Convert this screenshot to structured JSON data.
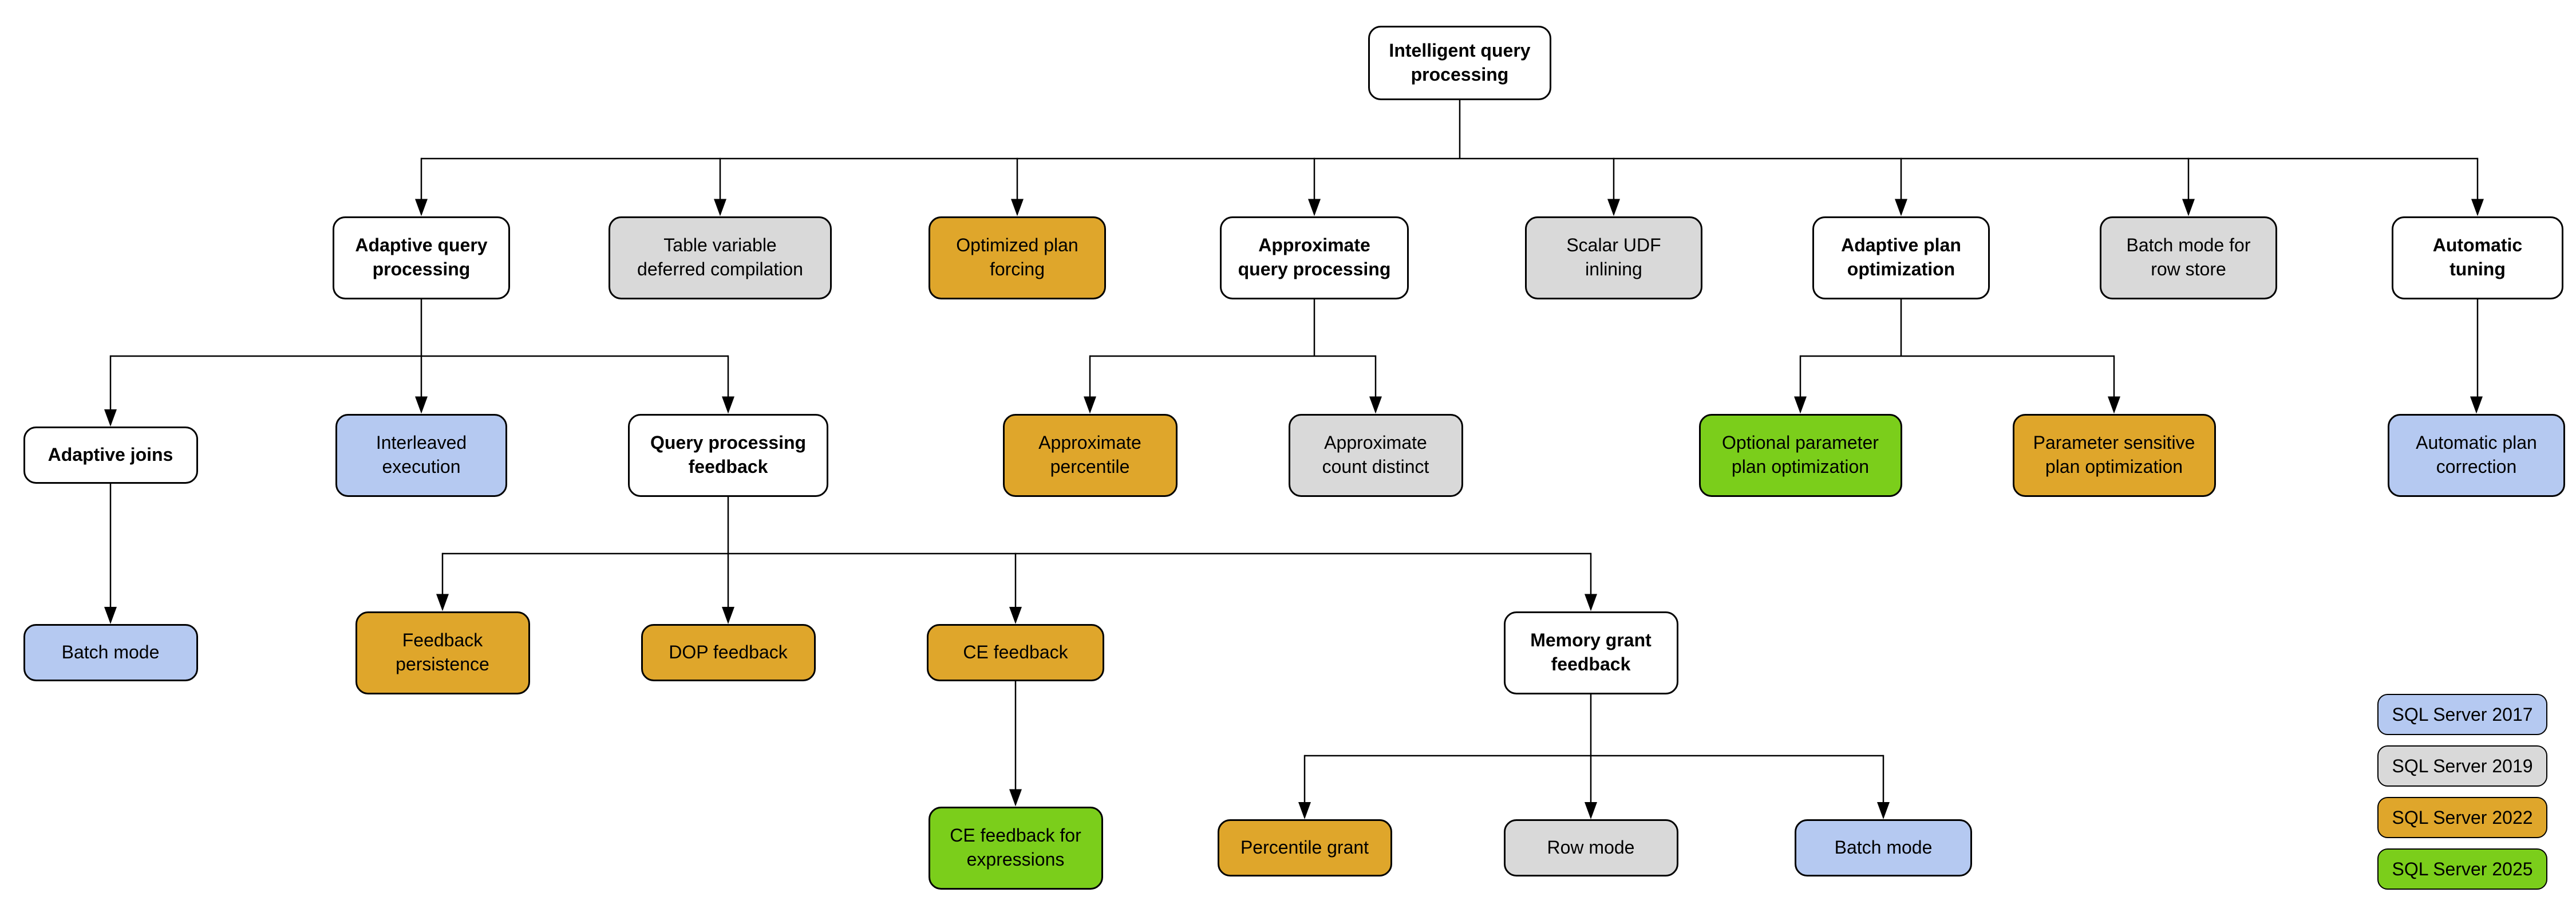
{
  "colors": {
    "plain": "#FFFFFF",
    "sql2017": "#B5C9F1",
    "sql2019": "#D9D9D9",
    "sql2022": "#DFA62B",
    "sql2025": "#7BCE1B"
  },
  "nodes": [
    {
      "id": "intelligent-query-processing",
      "label": "Intelligent query\nprocessing",
      "category": "plain"
    },
    {
      "id": "adaptive-query-processing",
      "label": "Adaptive query\nprocessing",
      "category": "plain"
    },
    {
      "id": "table-variable-deferred-compilation",
      "label": "Table variable\ndeferred compilation",
      "category": "sql2019"
    },
    {
      "id": "optimized-plan-forcing",
      "label": "Optimized plan\nforcing",
      "category": "sql2022"
    },
    {
      "id": "approximate-query-processing",
      "label": "Approximate\nquery processing",
      "category": "plain"
    },
    {
      "id": "scalar-udf-inlining",
      "label": "Scalar UDF\ninlining",
      "category": "sql2019"
    },
    {
      "id": "adaptive-plan-optimization",
      "label": "Adaptive plan\noptimization",
      "category": "plain"
    },
    {
      "id": "batch-mode-for-row-store",
      "label": "Batch mode for\nrow store",
      "category": "sql2019"
    },
    {
      "id": "automatic-tuning",
      "label": "Automatic\ntuning",
      "category": "plain"
    },
    {
      "id": "adaptive-joins",
      "label": "Adaptive joins",
      "category": "plain"
    },
    {
      "id": "interleaved-execution",
      "label": "Interleaved\nexecution",
      "category": "sql2017"
    },
    {
      "id": "query-processing-feedback",
      "label": "Query processing\nfeedback",
      "category": "plain"
    },
    {
      "id": "approximate-percentile",
      "label": "Approximate\npercentile",
      "category": "sql2022"
    },
    {
      "id": "approximate-count-distinct",
      "label": "Approximate\ncount distinct",
      "category": "sql2019"
    },
    {
      "id": "optional-parameter-plan-optimization",
      "label": "Optional parameter\nplan optimization",
      "category": "sql2025"
    },
    {
      "id": "parameter-sensitive-plan-optimization",
      "label": "Parameter sensitive\nplan optimization",
      "category": "sql2022"
    },
    {
      "id": "automatic-plan-correction",
      "label": "Automatic plan\ncorrection",
      "category": "sql2017"
    },
    {
      "id": "batch-mode-adaptive-joins",
      "label": "Batch mode",
      "category": "sql2017"
    },
    {
      "id": "feedback-persistence",
      "label": "Feedback\npersistence",
      "category": "sql2022"
    },
    {
      "id": "dop-feedback",
      "label": "DOP feedback",
      "category": "sql2022"
    },
    {
      "id": "ce-feedback",
      "label": "CE feedback",
      "category": "sql2022"
    },
    {
      "id": "memory-grant-feedback",
      "label": "Memory grant\nfeedback",
      "category": "plain"
    },
    {
      "id": "ce-feedback-for-expressions",
      "label": "CE feedback for\nexpressions",
      "category": "sql2025"
    },
    {
      "id": "percentile-grant",
      "label": "Percentile grant",
      "category": "sql2022"
    },
    {
      "id": "row-mode",
      "label": "Row mode",
      "category": "sql2019"
    },
    {
      "id": "batch-mode-memory-grant",
      "label": "Batch mode",
      "category": "sql2017"
    }
  ],
  "edges": [
    {
      "from": "intelligent-query-processing",
      "to": [
        "adaptive-query-processing",
        "table-variable-deferred-compilation",
        "optimized-plan-forcing",
        "approximate-query-processing",
        "scalar-udf-inlining",
        "adaptive-plan-optimization",
        "batch-mode-for-row-store",
        "automatic-tuning"
      ]
    },
    {
      "from": "adaptive-query-processing",
      "to": [
        "adaptive-joins",
        "interleaved-execution",
        "query-processing-feedback"
      ]
    },
    {
      "from": "approximate-query-processing",
      "to": [
        "approximate-percentile",
        "approximate-count-distinct"
      ]
    },
    {
      "from": "adaptive-plan-optimization",
      "to": [
        "optional-parameter-plan-optimization",
        "parameter-sensitive-plan-optimization"
      ]
    },
    {
      "from": "automatic-tuning",
      "to": [
        "automatic-plan-correction"
      ]
    },
    {
      "from": "adaptive-joins",
      "to": [
        "batch-mode-adaptive-joins"
      ]
    },
    {
      "from": "query-processing-feedback",
      "to": [
        "feedback-persistence",
        "dop-feedback",
        "ce-feedback",
        "memory-grant-feedback"
      ]
    },
    {
      "from": "ce-feedback",
      "to": [
        "ce-feedback-for-expressions"
      ]
    },
    {
      "from": "memory-grant-feedback",
      "to": [
        "percentile-grant",
        "row-mode",
        "batch-mode-memory-grant"
      ]
    }
  ],
  "legend": {
    "items": [
      {
        "label": "SQL Server 2017",
        "category": "sql2017"
      },
      {
        "label": "SQL Server 2019",
        "category": "sql2019"
      },
      {
        "label": "SQL Server 2022",
        "category": "sql2022"
      },
      {
        "label": "SQL Server 2025",
        "category": "sql2025"
      }
    ]
  }
}
